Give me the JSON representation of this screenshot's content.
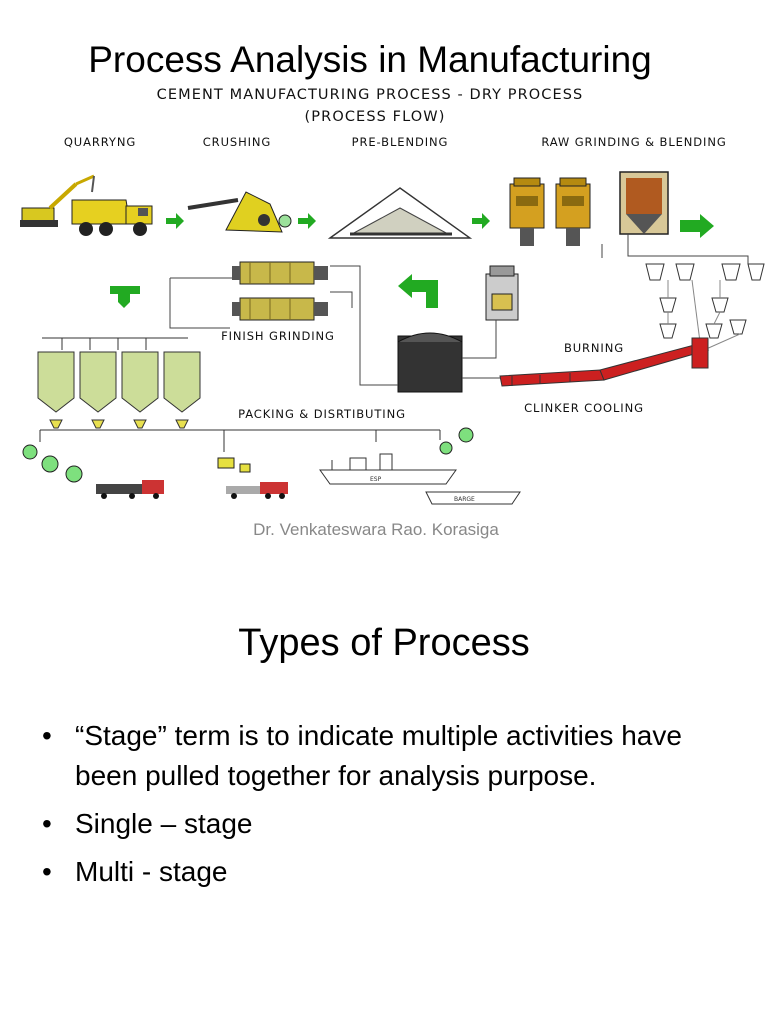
{
  "slide1": {
    "title": "Process Analysis in Manufacturing",
    "diagram": {
      "heading": "CEMENT MANUFACTURING PROCESS - DRY PROCESS",
      "subheading": "(PROCESS FLOW)",
      "stages": {
        "quarrying": "QUARRYNG",
        "crushing": "CRUSHING",
        "preblending": "PRE-BLENDING",
        "raw_grinding": "RAW GRINDING & BLENDING",
        "finish_grinding": "FINISH GRINDING",
        "burning": "BURNING",
        "packing": "PACKING & DISRTIBUTING",
        "clinker_cooling": "CLINKER COOLING"
      },
      "vehicle_labels": {
        "ship": "ESP",
        "barge": "BARGE"
      },
      "colors": {
        "arrow": "#22aa22",
        "equipment": "#c8b84a",
        "machinery": "#d4a020",
        "kiln": "#cc2020",
        "hopper": "#ccdd99"
      }
    },
    "author": "Dr. Venkateswara Rao. Korasiga"
  },
  "slide2": {
    "title": "Types of Process",
    "bullets": [
      "“Stage” term is to indicate multiple activities have been pulled together for analysis purpose.",
      "Single – stage",
      "Multi - stage"
    ]
  }
}
